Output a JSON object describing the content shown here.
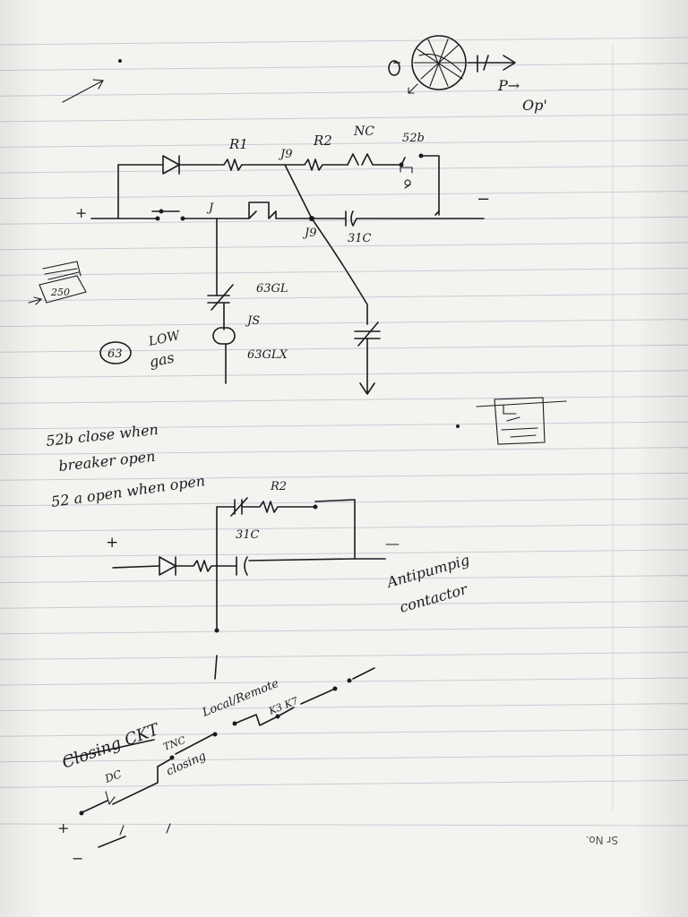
{
  "top_right": {
    "p_label": "P→",
    "op_label": "Op'"
  },
  "circuit1": {
    "labels": {
      "r1": "R1",
      "j9_top": "J9",
      "r2": "R2",
      "nc": "NC",
      "c52b": "52b",
      "plus": "+",
      "minus": "−",
      "j": "J",
      "j9_bottom": "J9",
      "c31c": "31C",
      "c63gl": "63GL",
      "js": "JS",
      "c63glx": "63GLX",
      "relay_no": "63",
      "low": "LOW",
      "gas": "gas",
      "box_value": "250"
    }
  },
  "notes": {
    "line1": "52b close when",
    "line2": "breaker open",
    "line3": "52 a open when open"
  },
  "circuit2": {
    "labels": {
      "r2": "R2",
      "c31c": "31C",
      "plus": "+",
      "minus": "—",
      "antipumping_1": "Antipumpig",
      "antipumping_2": "contactor"
    }
  },
  "circuit3": {
    "labels": {
      "local_remote": "Local/Remote",
      "k3k7": "K3 K7",
      "closing_ckt": "Closing CKT",
      "tnc": "TNC",
      "dc": "DC",
      "closing": "closing",
      "plus": "+",
      "minus": "−"
    }
  },
  "footer": {
    "sr_no": "Sr No."
  }
}
